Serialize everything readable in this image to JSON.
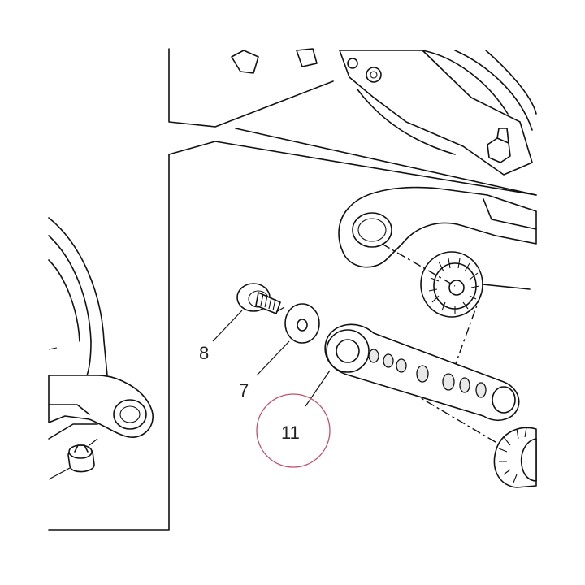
{
  "diagram": {
    "callouts": [
      {
        "id": "8",
        "label": "8"
      },
      {
        "id": "7",
        "label": "7"
      },
      {
        "id": "11",
        "label": "11"
      }
    ],
    "highlight_color": "#c2506a",
    "line_color": "#111111"
  }
}
